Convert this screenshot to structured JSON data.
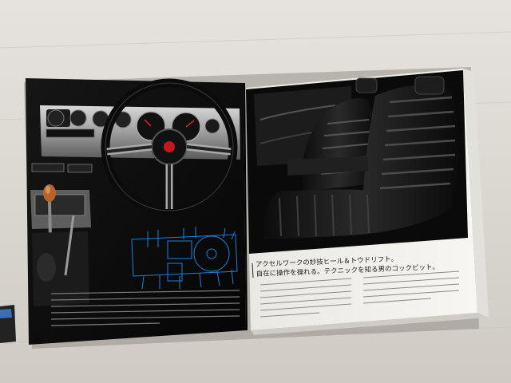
{
  "photo": {
    "subject": "open car brochure",
    "headline_line1": "アクセルワークの妙技ヒール＆トウドリフト。",
    "headline_line2": "自在に操作を操れる。テクニックを知る男のコックピット。"
  },
  "colors": {
    "table": "#dcd9d3",
    "left_page": "#0c0c0c",
    "right_page_paper": "#f4f3ef",
    "seat_leather": "#151515",
    "diagram_blue": "#1f7fd6",
    "shift_knob": "#b5652c"
  }
}
